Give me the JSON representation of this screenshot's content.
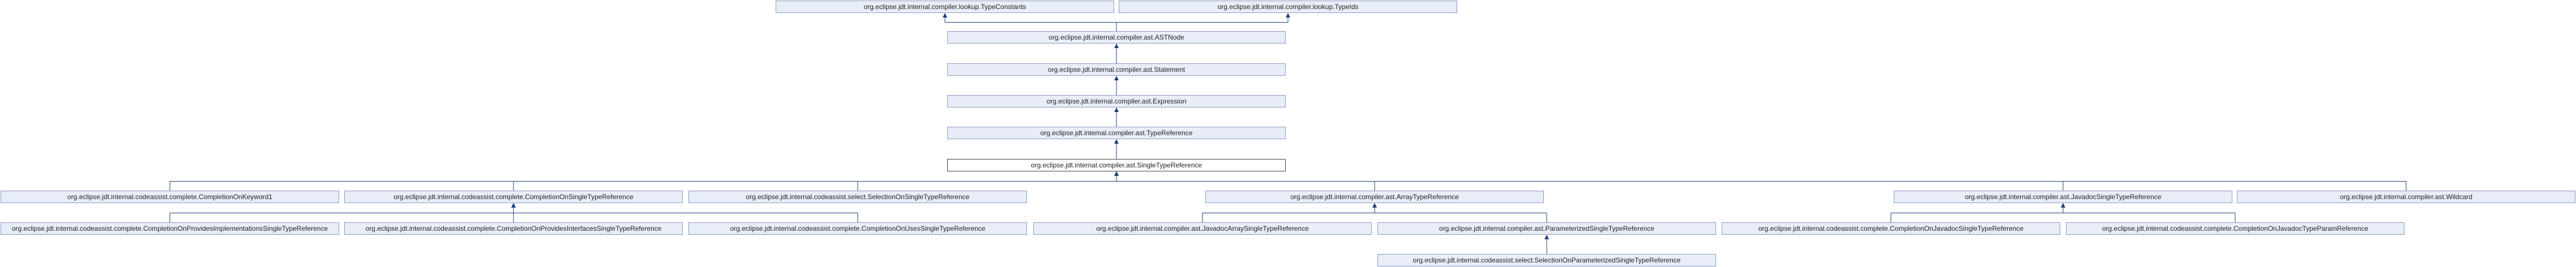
{
  "diagram": {
    "nodes": {
      "typeconstants": "org.eclipse.jdt.internal.compiler.lookup.TypeConstants",
      "typeids": "org.eclipse.jdt.internal.compiler.lookup.TypeIds",
      "astnode": "org.eclipse.jdt.internal.compiler.ast.ASTNode",
      "statement": "org.eclipse.jdt.internal.compiler.ast.Statement",
      "expression": "org.eclipse.jdt.internal.compiler.ast.Expression",
      "typereference": "org.eclipse.jdt.internal.compiler.ast.TypeReference",
      "singletypereference": "org.eclipse.jdt.internal.compiler.ast.SingleTypeReference",
      "completiononkeyword1": "org.eclipse.jdt.internal.codeassist.complete.CompletionOnKeyword1",
      "completiononsingletypereference": "org.eclipse.jdt.internal.codeassist.complete.CompletionOnSingleTypeReference",
      "selectiononsingletypereference": "org.eclipse.jdt.internal.codeassist.select.SelectionOnSingleTypeReference",
      "arraytypereference": "org.eclipse.jdt.internal.compiler.ast.ArrayTypeReference",
      "javadocsingletypereference": "org.eclipse.jdt.internal.compiler.ast.JavadocSingleTypeReference",
      "wildcard": "org.eclipse.jdt.internal.compiler.ast.Wildcard",
      "completiononprovidesimplementations": "org.eclipse.jdt.internal.codeassist.complete.CompletionOnProvidesImplementationsSingleTypeReference",
      "completiononprovidesinterfaces": "org.eclipse.jdt.internal.codeassist.complete.CompletionOnProvidesInterfacesSingleTypeReference",
      "completiononuses": "org.eclipse.jdt.internal.codeassist.complete.CompletionOnUsesSingleTypeReference",
      "javadocarraysingletypereference": "org.eclipse.jdt.internal.compiler.ast.JavadocArraySingleTypeReference",
      "parameterizedsingletypereference": "org.eclipse.jdt.internal.compiler.ast.ParameterizedSingleTypeReference",
      "completiononjavadocsingletypereference": "org.eclipse.jdt.internal.codeassist.complete.CompletionOnJavadocSingleTypeReference",
      "completiononjavadoctypeparamreference": "org.eclipse.jdt.internal.codeassist.complete.CompletionOnJavadocTypeParamReference",
      "selectiononparameterized": "org.eclipse.jdt.internal.codeassist.select.SelectionOnParameterizedSingleTypeReference"
    }
  }
}
